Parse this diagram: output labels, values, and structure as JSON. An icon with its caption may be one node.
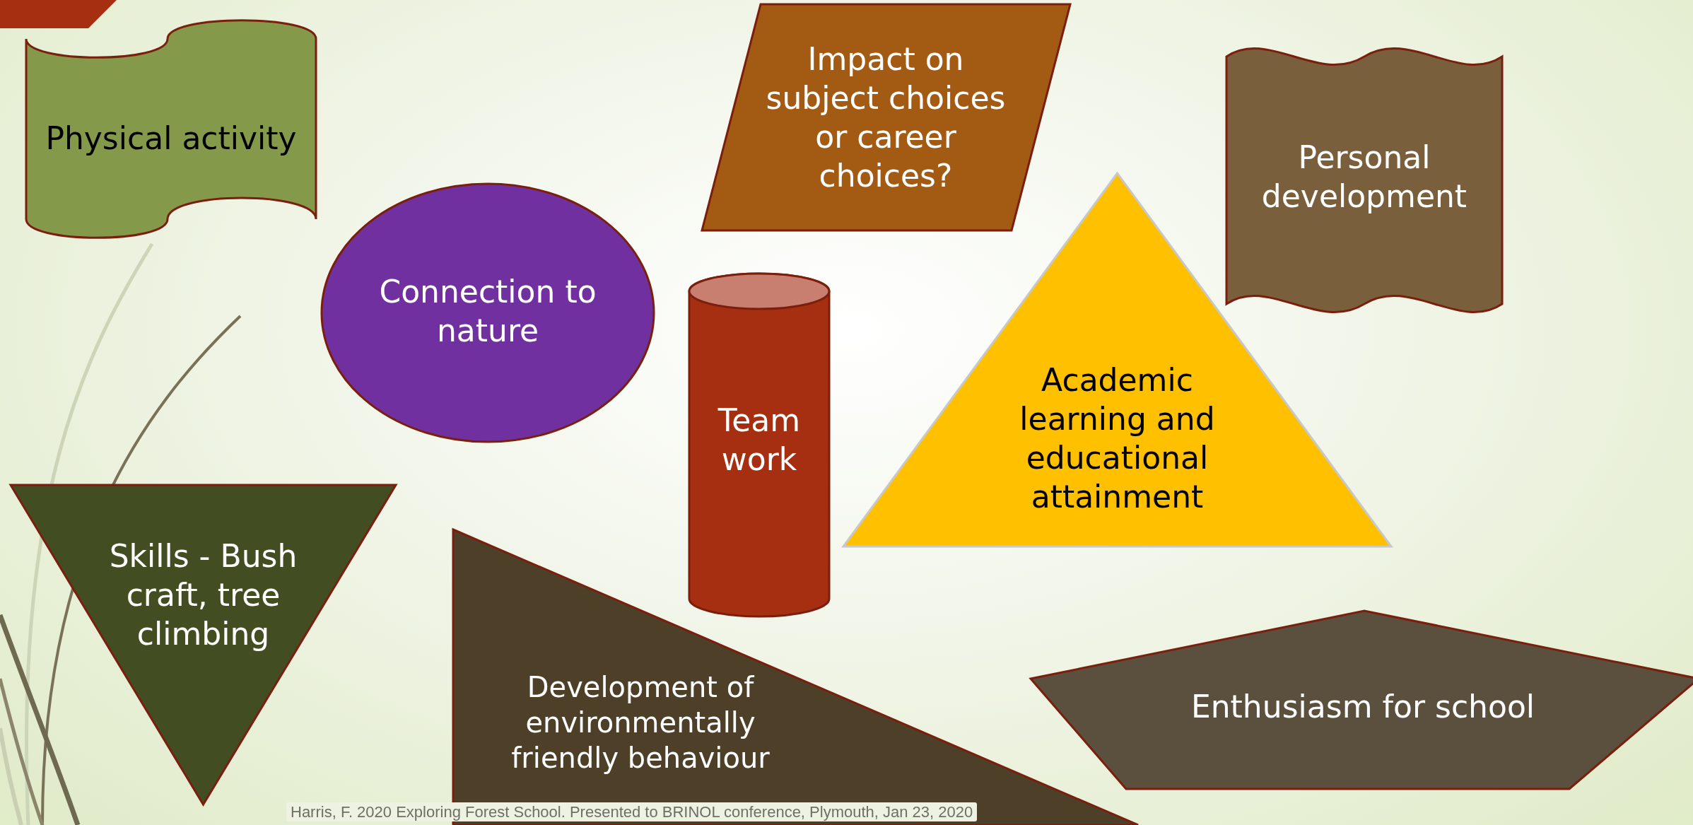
{
  "diagram": {
    "nodes": [
      {
        "text": [
          "Physical activity"
        ]
      },
      {
        "text": [
          "Impact on subject choices or career choices?"
        ]
      },
      {
        "text": [
          "Personal development"
        ]
      },
      {
        "text": [
          "Connection to nature"
        ]
      },
      {
        "text": [
          "Team work"
        ]
      },
      {
        "text": [
          "Academic learning and educational attainment"
        ]
      },
      {
        "text": [
          "Skills - Bush craft, tree climbing"
        ]
      },
      {
        "text": [
          "Development of environmentally friendly behaviour"
        ]
      },
      {
        "text": [
          "Enthusiasm for school"
        ]
      }
    ],
    "edges": [],
    "labels": [
      "Harris, F. 2020 Exploring Forest School. Presented to BRINOL conference, Plymouth, Jan 23, 2020"
    ]
  }
}
